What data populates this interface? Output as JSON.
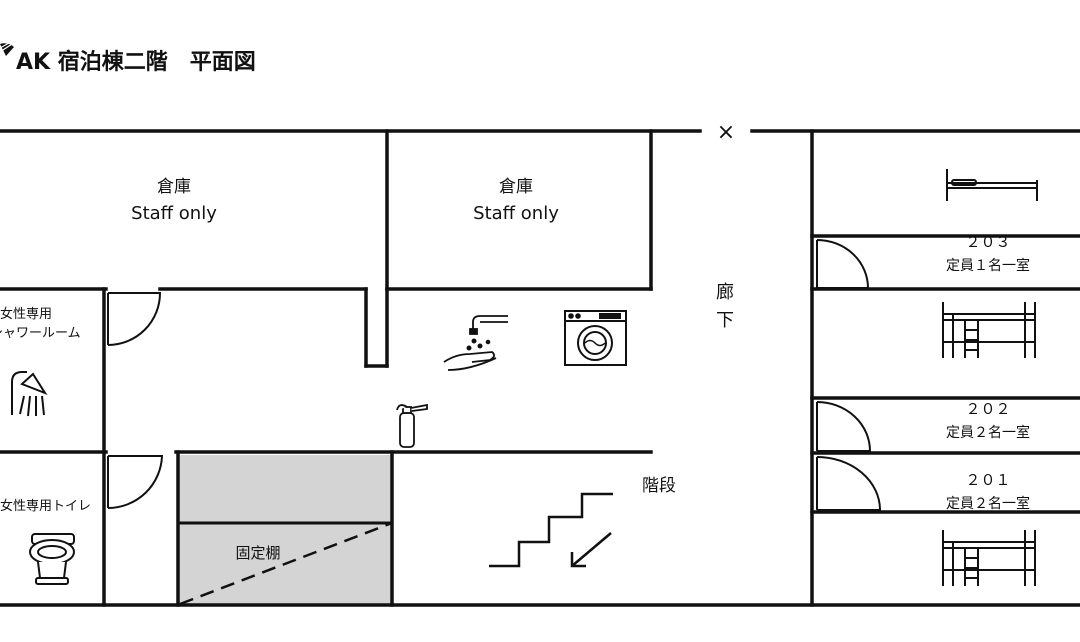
{
  "header": {
    "title": "AK 宿泊棟二階　平面図"
  },
  "rooms": {
    "storage_left": {
      "name": "倉庫",
      "sub": "Staff only"
    },
    "storage_right": {
      "name": "倉庫",
      "sub": "Staff only"
    },
    "shower": {
      "line1": "女性専用",
      "line2": "シャワールーム"
    },
    "toilet": {
      "name": "女性専用トイレ"
    },
    "shelf": {
      "name": "固定棚"
    },
    "stairs": {
      "name": "階段"
    },
    "corridor": {
      "c1": "廊",
      "c2": "下"
    },
    "corridor_end": {
      "mark": "×"
    },
    "room_203": {
      "number": "２０３",
      "capacity": "定員１名一室"
    },
    "room_202": {
      "number": "２０２",
      "capacity": "定員２名一室"
    },
    "room_201": {
      "number": "２０１",
      "capacity": "定員２名一室"
    }
  },
  "icons": [
    "logo-icon",
    "shower-icon",
    "toilet-icon",
    "handwash-icon",
    "washing-machine-icon",
    "fire-extinguisher-icon",
    "stairs-icon",
    "down-arrow-icon",
    "single-bed-icon",
    "bunk-bed-icon"
  ]
}
